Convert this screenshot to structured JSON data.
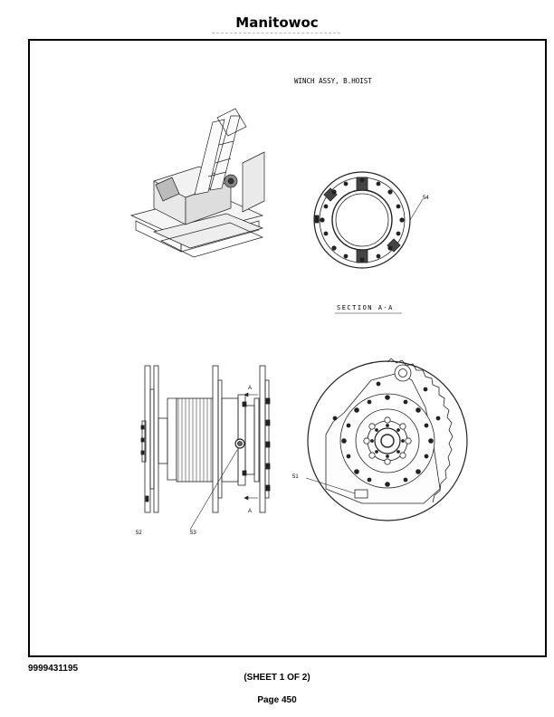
{
  "header": {
    "brand": "Manitowoc"
  },
  "drawing": {
    "title": "WINCH ASSY, B.HOIST",
    "section_label": "SECTION A-A",
    "callouts": {
      "c51": "51",
      "c52": "52",
      "c53": "53",
      "c54": "54",
      "cut_top": "A",
      "cut_bottom": "A"
    }
  },
  "footer": {
    "document_number": "9999431195",
    "sheet": "(SHEET 1 OF 2)",
    "page": "Page 450"
  }
}
